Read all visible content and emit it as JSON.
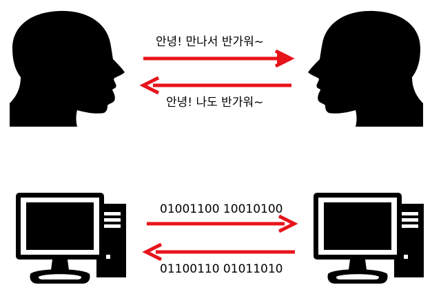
{
  "human_exchange": {
    "greeting": "안녕! 만나서 반가워~",
    "reply": "안녕! 나도 반가워~"
  },
  "computer_exchange": {
    "message": "01001100 10010100",
    "reply": "01100110 01011010"
  },
  "icons": {
    "left_top": "human-head-profile-icon",
    "right_top": "human-head-profile-icon",
    "left_bottom": "desktop-computer-icon",
    "right_bottom": "desktop-computer-icon"
  },
  "colors": {
    "arrow": "#e8141b",
    "icon": "#000000",
    "background": "#ffffff"
  }
}
